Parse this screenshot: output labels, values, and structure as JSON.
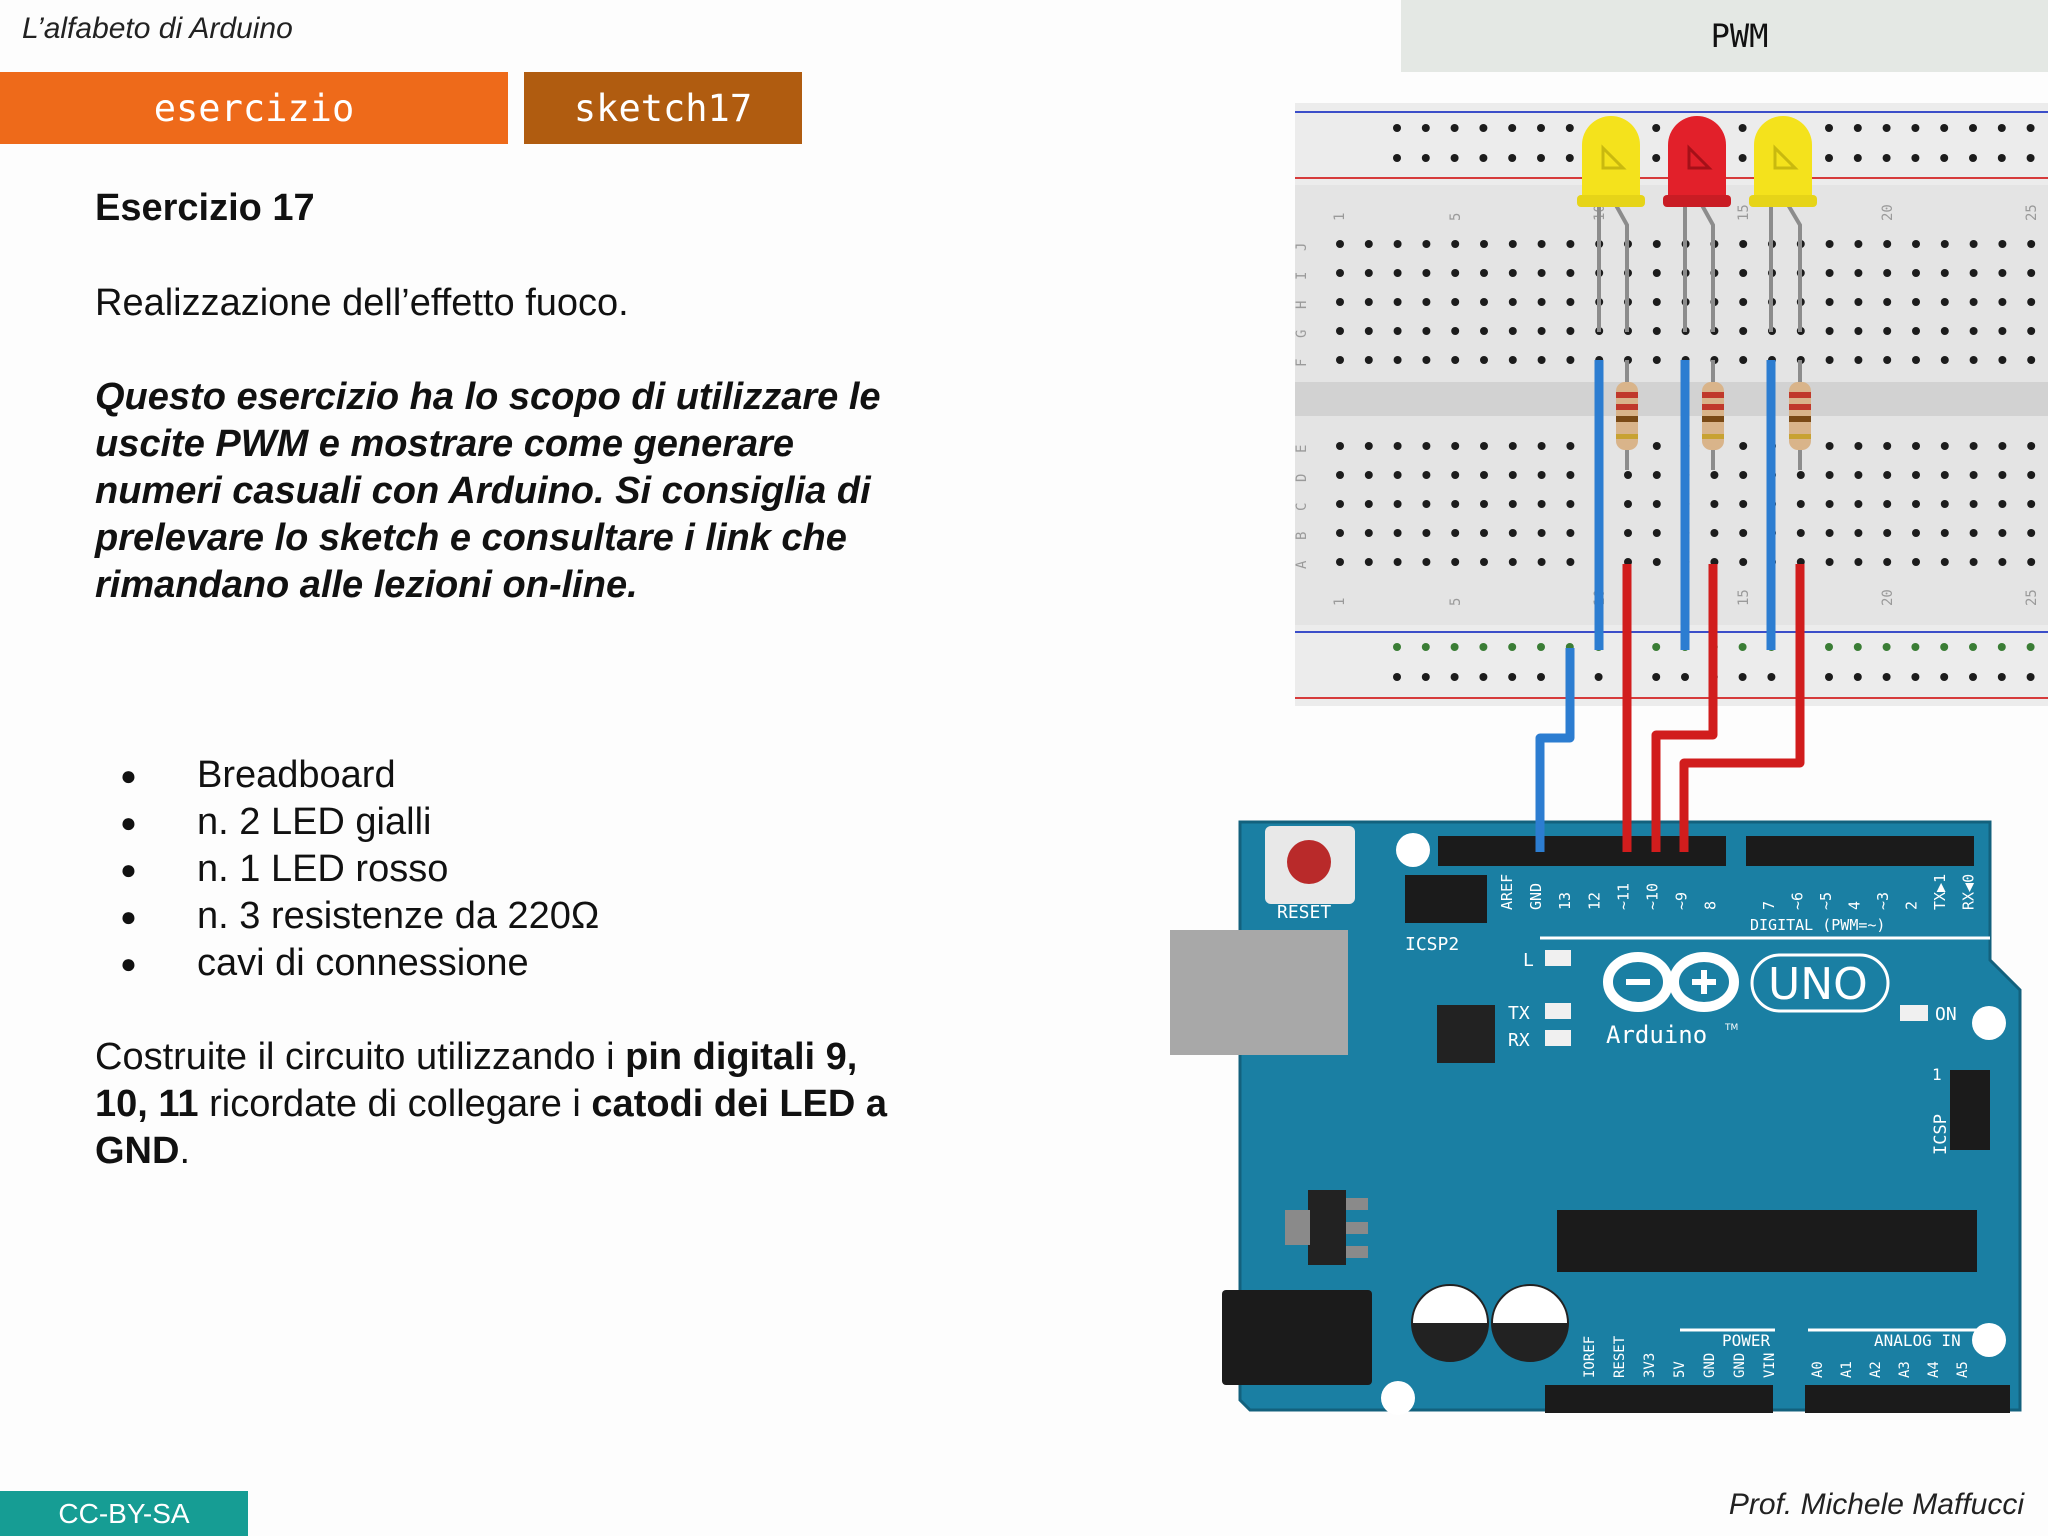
{
  "header": {
    "course_title": "L’alfabeto di Arduino",
    "topic": "PWM"
  },
  "tabs": {
    "exercise": "esercizio",
    "sketch": "sketch17"
  },
  "content": {
    "heading": "Esercizio 17",
    "intro": "Realizzazione dell’effetto fuoco.",
    "goal": "Questo esercizio ha lo scopo di utilizzare le uscite PWM e mostrare come generare numeri casuali con Arduino. Si consiglia di prelevare lo sketch e consultare i link che rimandano alle lezioni on-line.",
    "materials": [
      "Breadboard",
      "n. 2 LED gialli",
      "n. 1 LED rosso",
      "n. 3 resistenze da 220Ω",
      "cavi di connessione"
    ],
    "instructions": {
      "part1": "Costruite il circuito utilizzando i ",
      "bold1": "pin digitali 9, 10, 11",
      "part2": " ricordate di collegare i ",
      "bold2": "catodi dei LED a GND",
      "part3": "."
    }
  },
  "circuit": {
    "breadboard": {
      "row_letters_top": [
        "J",
        "I",
        "H",
        "G",
        "F"
      ],
      "row_letters_bottom": [
        "E",
        "D",
        "C",
        "B",
        "A"
      ],
      "column_numbers": [
        "1",
        "5",
        "10",
        "15",
        "20",
        "25"
      ]
    },
    "board": {
      "reset_label": "RESET",
      "icsp2_label": "ICSP2",
      "digital_header_pins": [
        "AREF",
        "GND",
        "13",
        "12",
        "~11",
        "~10",
        "~9",
        "8",
        "7",
        "~6",
        "~5",
        "4",
        "~3",
        "2",
        "TX▶1",
        "RX◀0"
      ],
      "digital_label": "DIGITAL (PWM=~)",
      "led_labels": [
        "L",
        "TX",
        "RX"
      ],
      "logo_text": "Arduino",
      "trademark": "TM",
      "model": "UNO",
      "on_label": "ON",
      "icsp_label": "ICSP",
      "icsp_pin1": "1",
      "power_label": "POWER",
      "power_pins": [
        "IOREF",
        "RESET",
        "3V3",
        "5V",
        "GND",
        "GND",
        "VIN"
      ],
      "analog_label": "ANALOG IN",
      "analog_pins": [
        "A0",
        "A1",
        "A2",
        "A3",
        "A4",
        "A5"
      ]
    },
    "colors": {
      "board": "#1a7fa3",
      "led_yellow": "#f4e21c",
      "led_red": "#e2202a",
      "wire_blue": "#2c7dd1",
      "wire_red": "#d11d1d"
    }
  },
  "footer": {
    "license": "CC-BY-SA",
    "author": "Prof. Michele Maffucci"
  }
}
